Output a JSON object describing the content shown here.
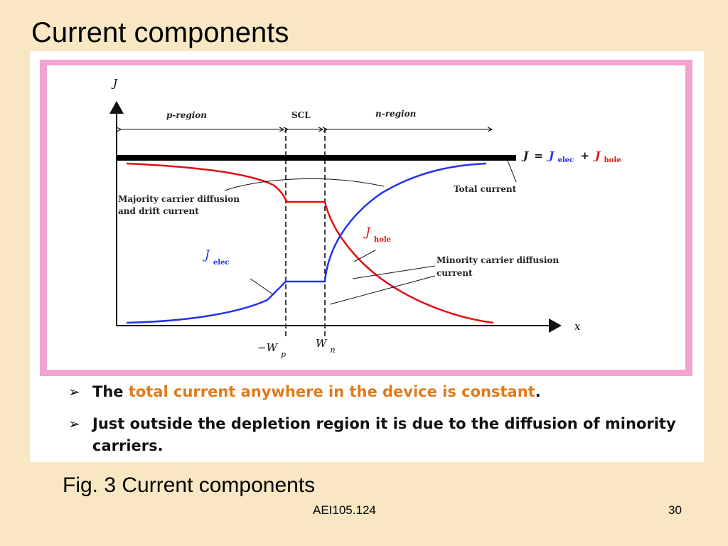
{
  "slide": {
    "title": "Current components",
    "caption": "Fig. 3 Current components",
    "footer": "AEI105.124",
    "page": "30"
  },
  "figure": {
    "axis_y": "J",
    "axis_x": "x",
    "regions": {
      "p": "p-region",
      "scl": "SCL",
      "n": "n-region"
    },
    "marks": {
      "wp": "−W",
      "wp_sub": "p",
      "wn": "W",
      "wn_sub": "n"
    },
    "equation": {
      "j": "J",
      "eq": "=",
      "je": "J",
      "je_sub": "elec",
      "plus": "+",
      "jh": "J",
      "jh_sub": "hole"
    },
    "labels": {
      "total": "Total current",
      "majority_1": "Majority carrier diffusion",
      "majority_2": "and drift current",
      "minority_1": "Minority carrier diffusion",
      "minority_2": "current",
      "jhole": "J",
      "jhole_sub": "hole",
      "jelec": "J",
      "jelec_sub": "elec"
    },
    "colors": {
      "elec": "#2233ee",
      "hole": "#e01010",
      "total": "#000000",
      "frame": "#f3a3cf"
    }
  },
  "bullets": [
    {
      "lead": "The ",
      "highlight": "total current anywhere in the device is constant",
      "tail": "."
    },
    {
      "lead": "Just outside the depletion region it is due to the diffusion of minority carriers.",
      "highlight": "",
      "tail": ""
    }
  ]
}
